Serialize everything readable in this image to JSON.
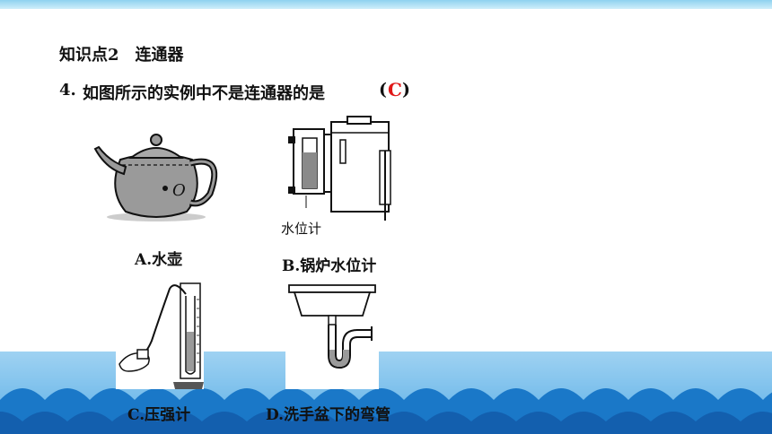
{
  "section": {
    "heading": "知识点2　连通器"
  },
  "question": {
    "number": "4.",
    "text": "如图所示的实例中不是连通器的是",
    "open_paren": "(",
    "answer": "C",
    "close_paren": ")"
  },
  "figures": [
    {
      "caption": "A.水壶",
      "inner_label": "O"
    },
    {
      "caption": "B.锅炉水位计",
      "inner_label": "水位计"
    },
    {
      "caption": "C.压强计"
    },
    {
      "caption": "D.洗手盆下的弯管"
    }
  ],
  "colors": {
    "sea_light": "#8cc8ec",
    "sea_dark": "#1e7fd0",
    "wave": "#1a78c8",
    "answer": "#e01818"
  }
}
